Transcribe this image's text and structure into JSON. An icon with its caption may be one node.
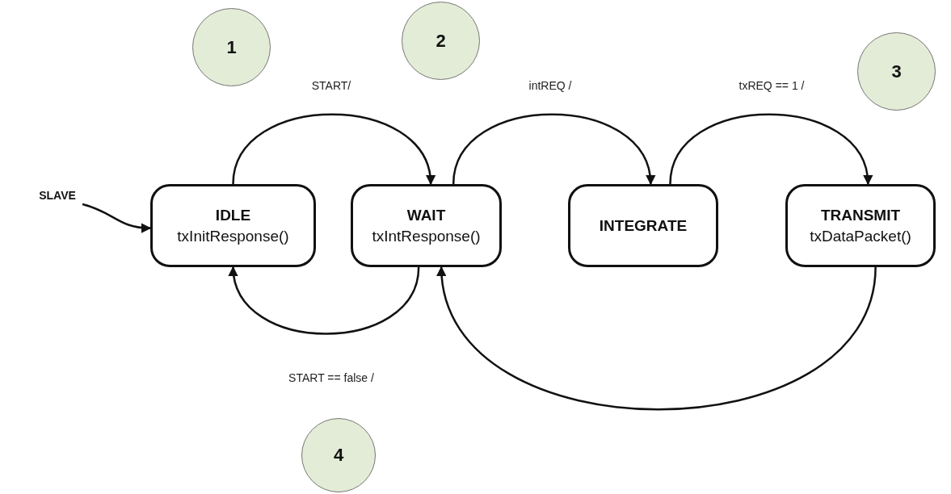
{
  "diagram": {
    "nodes": [
      {
        "text": [
          "SLAVE"
        ]
      },
      {
        "text": [
          "IDLE",
          "txInitResponse()"
        ]
      },
      {
        "text": [
          "WAIT",
          "txIntResponse()"
        ]
      },
      {
        "text": [
          "INTEGRATE"
        ]
      },
      {
        "text": [
          "TRANSMIT",
          "txDataPacket()"
        ]
      },
      {
        "text": [
          "1"
        ]
      },
      {
        "text": [
          "2"
        ]
      },
      {
        "text": [
          "3"
        ]
      },
      {
        "text": [
          "4"
        ]
      }
    ],
    "edges": [
      {
        "from": 0,
        "to": 1,
        "arrow": "to"
      },
      {
        "from": 1,
        "to": 2,
        "arrow": "to",
        "label": "START/"
      },
      {
        "from": 2,
        "to": 3,
        "arrow": "to",
        "label": "intREQ /"
      },
      {
        "from": 3,
        "to": 4,
        "arrow": "to",
        "label": "txREQ == 1 /"
      },
      {
        "from": 2,
        "to": 1,
        "arrow": "to",
        "label": "START == false /"
      },
      {
        "from": 4,
        "to": 2,
        "arrow": "to"
      }
    ]
  }
}
